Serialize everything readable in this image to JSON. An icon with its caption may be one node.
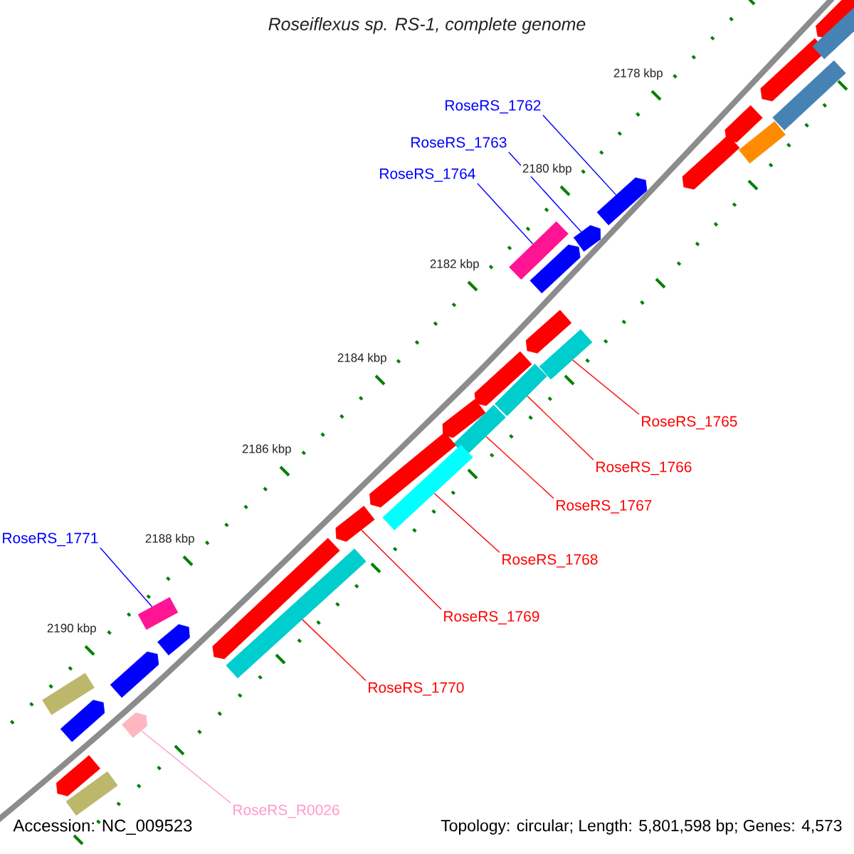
{
  "diagram": {
    "title": "Roseiflexus sp. RS-1, complete genome",
    "nodes": [
      {
        "text": [
          "RoseRS_1762"
        ]
      },
      {
        "text": [
          "RoseRS_1763"
        ]
      },
      {
        "text": [
          "RoseRS_1764"
        ]
      },
      {
        "text": [],
        "shape": "pentagon"
      },
      {
        "text": [],
        "shape": "pentagon"
      },
      {
        "text": [],
        "shape": "box"
      },
      {
        "text": [
          "RoseRS_1765"
        ]
      },
      {
        "text": [
          "RoseRS_1766"
        ]
      },
      {
        "text": [
          "RoseRS_1767"
        ]
      },
      {
        "text": [
          "RoseRS_1768"
        ]
      },
      {
        "text": [
          "RoseRS_1769"
        ]
      },
      {
        "text": [
          "RoseRS_1770"
        ]
      },
      {
        "text": [],
        "shape": "box"
      },
      {
        "text": [],
        "shape": "box"
      },
      {
        "text": [],
        "shape": "box"
      },
      {
        "text": [],
        "shape": "box"
      },
      {
        "text": [],
        "shape": "pentagon"
      },
      {
        "text": [],
        "shape": "box"
      },
      {
        "text": [
          "RoseRS_1771"
        ]
      },
      {
        "text": [],
        "shape": "box"
      },
      {
        "text": [
          "RoseRS_R0026"
        ]
      },
      {
        "text": [],
        "shape": "pentagon"
      },
      {
        "text": [],
        "shape": "pentagon"
      },
      {
        "text": [],
        "shape": "pentagon"
      },
      {
        "text": [],
        "shape": "pentagon"
      },
      {
        "text": [],
        "shape": "pentagon"
      },
      {
        "text": [],
        "shape": "box"
      },
      {
        "text": [],
        "shape": "box"
      },
      {
        "text": [],
        "shape": "box"
      },
      {
        "text": [],
        "shape": "pentagon"
      },
      {
        "text": [],
        "shape": "pentagon"
      },
      {
        "text": [],
        "shape": "pentagon"
      },
      {
        "text": [],
        "shape": "pentagon"
      },
      {
        "text": [],
        "shape": "pentagon"
      },
      {
        "text": [],
        "shape": "pentagon"
      },
      {
        "text": [],
        "shape": "pentagon"
      },
      {
        "text": [],
        "shape": "pentagon"
      },
      {
        "text": [],
        "shape": "box"
      },
      {
        "text": [],
        "shape": "pentagon"
      },
      {
        "text": [],
        "shape": "pentagon"
      },
      {
        "text": [],
        "shape": "box"
      }
    ],
    "edges": [
      {
        "from": 0,
        "to": 3,
        "arrow": "none",
        "color": "#0000ff"
      },
      {
        "from": 1,
        "to": 4,
        "arrow": "none",
        "color": "#0000ff"
      },
      {
        "from": 2,
        "to": 5,
        "arrow": "none",
        "color": "#0000ff"
      },
      {
        "from": 6,
        "to": 12,
        "arrow": "none"
      },
      {
        "from": 7,
        "to": 13,
        "arrow": "none"
      },
      {
        "from": 8,
        "to": 14,
        "arrow": "none"
      },
      {
        "from": 9,
        "to": 15,
        "arrow": "none"
      },
      {
        "from": 10,
        "to": 16,
        "arrow": "none"
      },
      {
        "from": 11,
        "to": 17,
        "arrow": "none"
      },
      {
        "from": 18,
        "to": 19,
        "arrow": "none",
        "color": "#0000ff"
      },
      {
        "from": 20,
        "to": 21,
        "arrow": "none",
        "color": "#ff99cc"
      }
    ],
    "labels": [
      "2178 kbp",
      "2180 kbp",
      "2182 kbp",
      "2184 kbp",
      "2186 kbp",
      "2188 kbp",
      "2190 kbp",
      "Accession: NC_009523",
      "Topology: circular; Length: 5,801,598 bp; Genes: 4,573"
    ]
  }
}
